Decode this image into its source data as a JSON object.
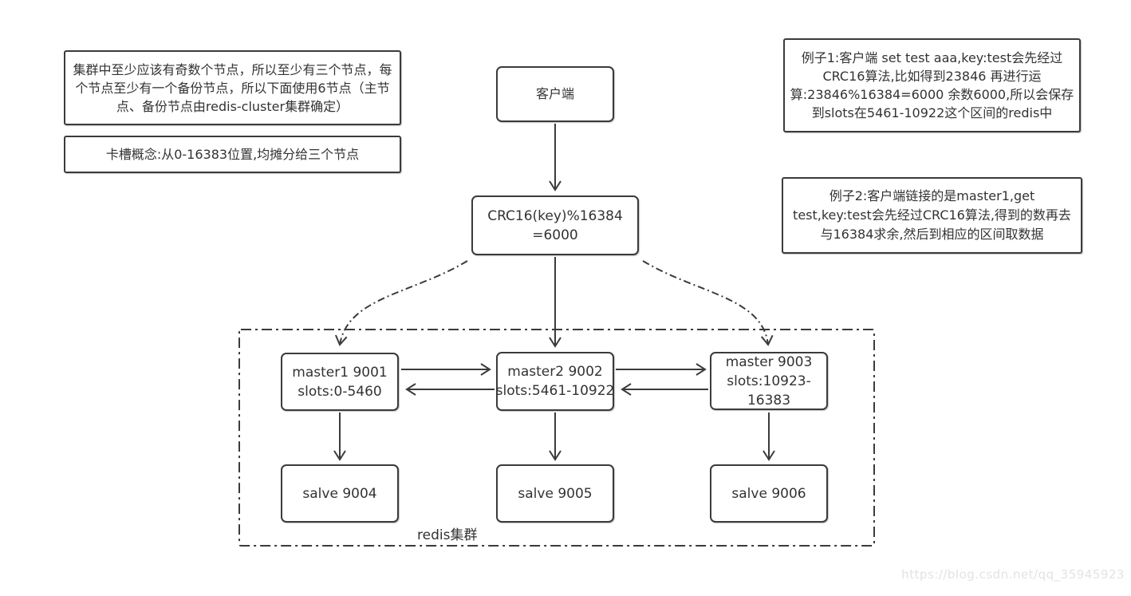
{
  "notes": {
    "note1": "集群中至少应该有奇数个节点，所以至少有三个节点，每个节点至少有一个备份节点，所以下面使用6节点（主节点、备份节点由redis-cluster集群确定）",
    "note2": "卡槽概念:从0-16383位置,均摊分给三个节点",
    "example1": "例子1:客户端 set test aaa,key:test会先经过CRC16算法,比如得到23846 再进行运算:23846%16384=6000  余数6000,所以会保存到slots在5461-10922这个区间的redis中",
    "example2": "例子2:客户端链接的是master1,get test,key:test会先经过CRC16算法,得到的数再去与16384求余,然后到相应的区间取数据"
  },
  "flow": {
    "client_label": "客户端",
    "crc16_line1": "CRC16(key)%16384",
    "crc16_line2": "=6000"
  },
  "cluster": {
    "label": "redis集群",
    "masters": [
      {
        "name": "master1 9001",
        "slots": "slots:0-5460"
      },
      {
        "name": "master2 9002",
        "slots": "slots:5461-10922"
      },
      {
        "name": "master 9003",
        "slots": "slots:10923-16383"
      }
    ],
    "slaves": [
      {
        "name": "salve 9004"
      },
      {
        "name": "salve 9005"
      },
      {
        "name": "salve 9006"
      }
    ]
  },
  "watermark": "https://blog.csdn.net/qq_35945923",
  "colors": {
    "stroke": "#3b3b3b",
    "text": "#333333",
    "watermark_text": "#e3e3e3",
    "background": "#ffffff"
  }
}
